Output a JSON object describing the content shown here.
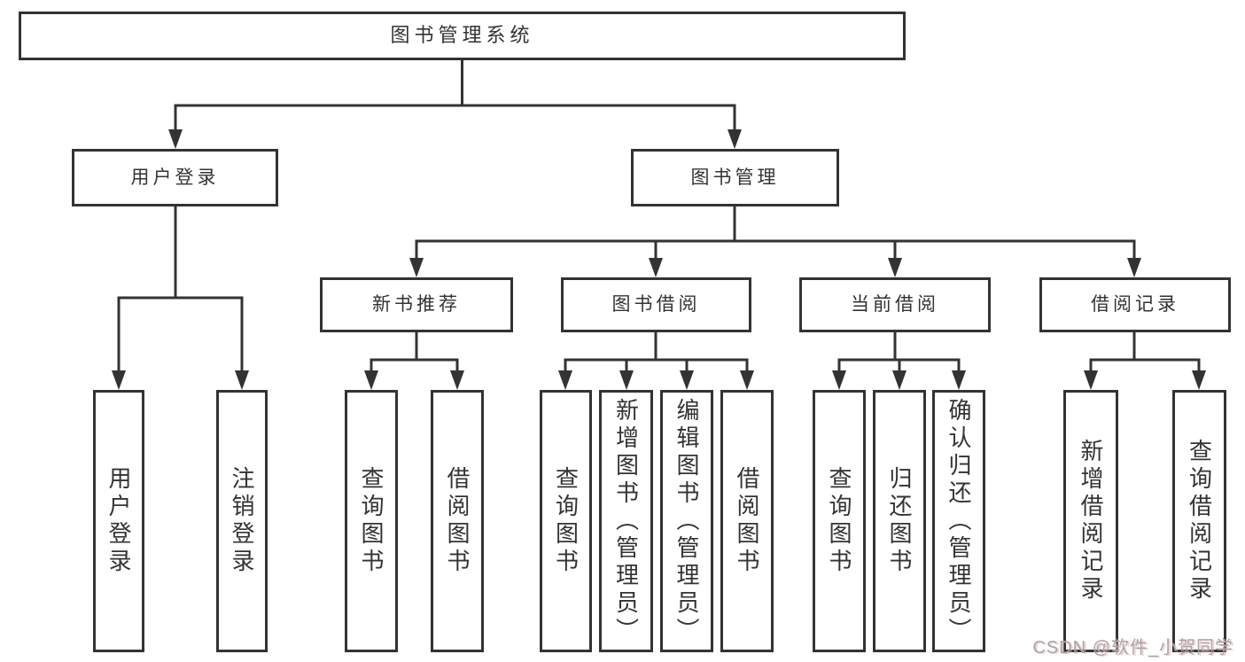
{
  "tree": {
    "label": "图书管理系统",
    "children": [
      {
        "label": "用户登录",
        "children": [
          {
            "label": "用户登录"
          },
          {
            "label": "注销登录"
          }
        ]
      },
      {
        "label": "图书管理",
        "children": [
          {
            "label": "新书推荐",
            "children": [
              {
                "label": "查询图书"
              },
              {
                "label": "借阅图书"
              }
            ]
          },
          {
            "label": "图书借阅",
            "children": [
              {
                "label": "查询图书"
              },
              {
                "label": "新增图书（管理员）"
              },
              {
                "label": "编辑图书（管理员）"
              },
              {
                "label": "借阅图书"
              }
            ]
          },
          {
            "label": "当前借阅",
            "children": [
              {
                "label": "查询图书"
              },
              {
                "label": "归还图书"
              },
              {
                "label": "确认归还（管理员）"
              }
            ]
          },
          {
            "label": "借阅记录",
            "children": [
              {
                "label": "新增借阅记录"
              },
              {
                "label": "查询借阅记录"
              }
            ]
          }
        ]
      }
    ]
  },
  "watermark": {
    "text": "CSDN @软件_小贺同学"
  },
  "colors": {
    "line": "#333333",
    "node_border": "#333333",
    "node_text": "#333333",
    "background": "#ffffff",
    "watermark": "#a6a6a6"
  }
}
